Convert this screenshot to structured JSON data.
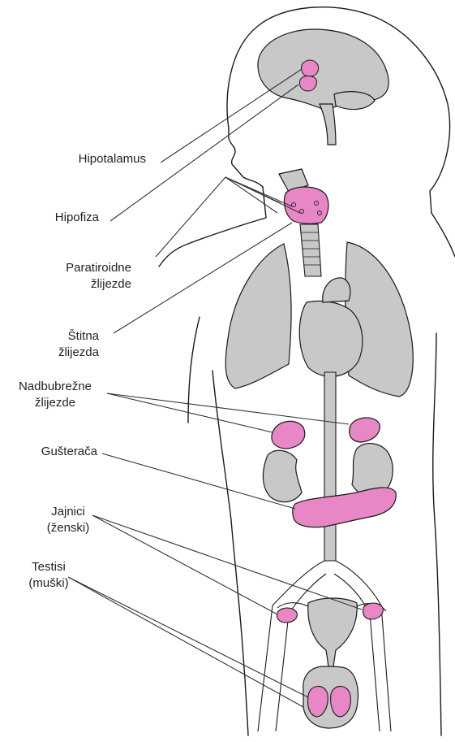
{
  "labels": {
    "hypothalamus": "Hipotalamus",
    "pituitary": "Hipofiza",
    "parathyroid_1": "Paratiroidne",
    "parathyroid_2": "žlijezde",
    "thyroid_1": "Štitna",
    "thyroid_2": "žlijezda",
    "adrenal_1": "Nadbubrežne",
    "adrenal_2": "žlijezde",
    "pancreas": "Gušterača",
    "ovaries_1": "Jajnici",
    "ovaries_2": "(ženski)",
    "testes_1": "Testisi",
    "testes_2": "(muški)"
  },
  "colors": {
    "organ_gray": "#c8c8c8",
    "gland_pink": "#e887c6",
    "outline": "#1a1a1a",
    "leader_line": "#333333"
  }
}
